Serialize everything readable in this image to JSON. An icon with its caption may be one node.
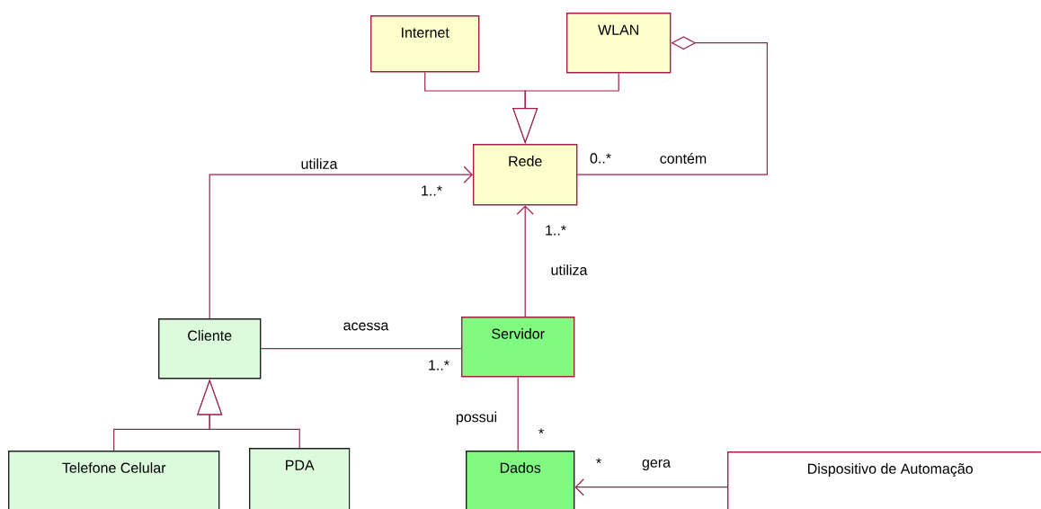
{
  "diagram": {
    "nodes": [
      {
        "text": [
          "Internet"
        ]
      },
      {
        "text": [
          "WLAN"
        ]
      },
      {
        "text": [
          "Rede"
        ]
      },
      {
        "text": [
          "Cliente"
        ]
      },
      {
        "text": [
          "Servidor"
        ]
      },
      {
        "text": [
          "Telefone Celular"
        ]
      },
      {
        "text": [
          "PDA"
        ]
      },
      {
        "text": [
          "Dados"
        ]
      },
      {
        "text": [
          "Dispositivo de Automação"
        ]
      }
    ],
    "edges": [
      {
        "from": 0,
        "to": 2,
        "arrow": "to"
      },
      {
        "from": 1,
        "to": 2,
        "arrow": "to"
      },
      {
        "from": 2,
        "to": 1,
        "arrow": "other",
        "label": "contém"
      },
      {
        "from": 3,
        "to": 2,
        "arrow": "to",
        "label": "utiliza"
      },
      {
        "from": 4,
        "to": 2,
        "arrow": "to",
        "label": "utiliza"
      },
      {
        "from": 3,
        "to": 4,
        "arrow": "none",
        "label": "acessa"
      },
      {
        "from": 5,
        "to": 3,
        "arrow": "to"
      },
      {
        "from": 6,
        "to": 3,
        "arrow": "to"
      },
      {
        "from": 4,
        "to": 7,
        "arrow": "none",
        "label": "possui"
      },
      {
        "from": 8,
        "to": 7,
        "arrow": "to",
        "label": "gera"
      }
    ],
    "labels": [
      "1..*",
      "0..*",
      "1..*",
      "1..*",
      "*",
      "*"
    ]
  }
}
